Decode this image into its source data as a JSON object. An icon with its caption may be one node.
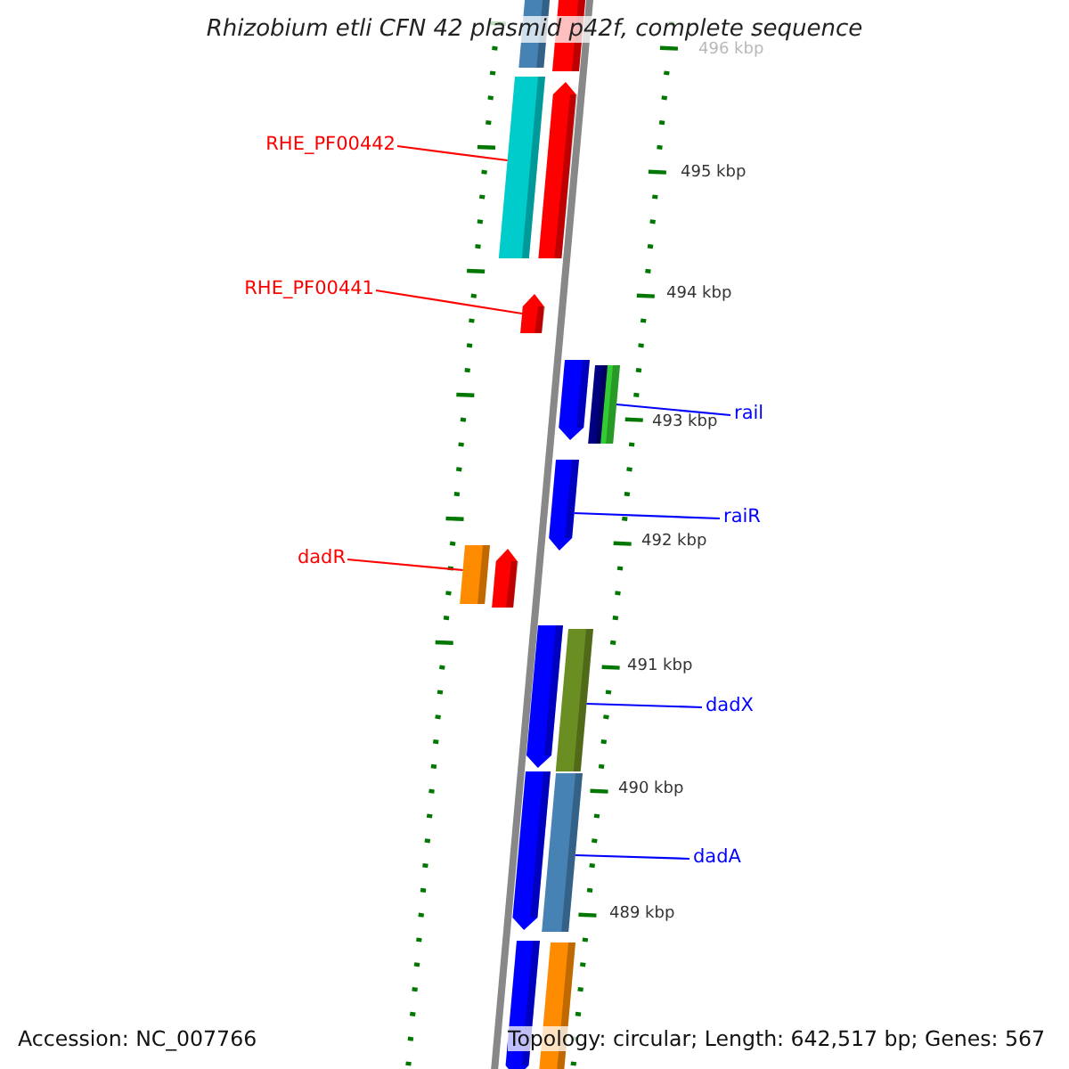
{
  "diagram": {
    "title": "Rhizobium etli CFN 42 plasmid p42f, complete sequence",
    "nodes": [
      {
        "text": [
          "RHE_PF00442"
        ]
      },
      {
        "text": [
          "RHE_PF00441"
        ]
      },
      {
        "text": [
          "dadR"
        ]
      },
      {
        "text": [
          "rail"
        ]
      },
      {
        "text": [
          "raiR"
        ]
      },
      {
        "text": [
          "dadX"
        ]
      },
      {
        "text": [
          "dadA"
        ]
      },
      {
        "text": [],
        "shape": "bar"
      },
      {
        "text": [],
        "shape": "bar"
      },
      {
        "text": [],
        "shape": "bar"
      },
      {
        "text": [],
        "shape": "bar"
      },
      {
        "text": [],
        "shape": "bar"
      },
      {
        "text": [],
        "shape": "bar"
      },
      {
        "text": [],
        "shape": "bar"
      },
      {
        "text": [],
        "shape": "bar"
      },
      {
        "text": [],
        "shape": "bar"
      },
      {
        "text": [],
        "shape": "bar"
      },
      {
        "text": [],
        "shape": "bar"
      },
      {
        "text": [],
        "shape": "bar"
      },
      {
        "text": [],
        "shape": "bar"
      },
      {
        "text": [],
        "shape": "bar"
      },
      {
        "text": [],
        "shape": "bar"
      },
      {
        "text": [],
        "shape": "bar"
      },
      {
        "text": [],
        "shape": "bar"
      }
    ],
    "edges": [
      {
        "from": 0,
        "to": 9,
        "arrow": "none",
        "color": "#ff0000"
      },
      {
        "from": 1,
        "to": 11,
        "arrow": "none",
        "color": "#ff0000"
      },
      {
        "from": 2,
        "to": 16,
        "arrow": "none",
        "color": "#ff0000"
      },
      {
        "from": 3,
        "to": 14,
        "arrow": "none"
      },
      {
        "from": 4,
        "to": 15,
        "arrow": "none"
      },
      {
        "from": 5,
        "to": 19,
        "arrow": "none"
      },
      {
        "from": 6,
        "to": 21,
        "arrow": "none"
      }
    ],
    "labels": [
      "496 kbp",
      "495 kbp",
      "494 kbp",
      "493 kbp",
      "492 kbp",
      "491 kbp",
      "490 kbp",
      "489 kbp",
      "Accession: NC_007766",
      "Topology: circular; Length: 642,517 bp; Genes: 567"
    ]
  }
}
